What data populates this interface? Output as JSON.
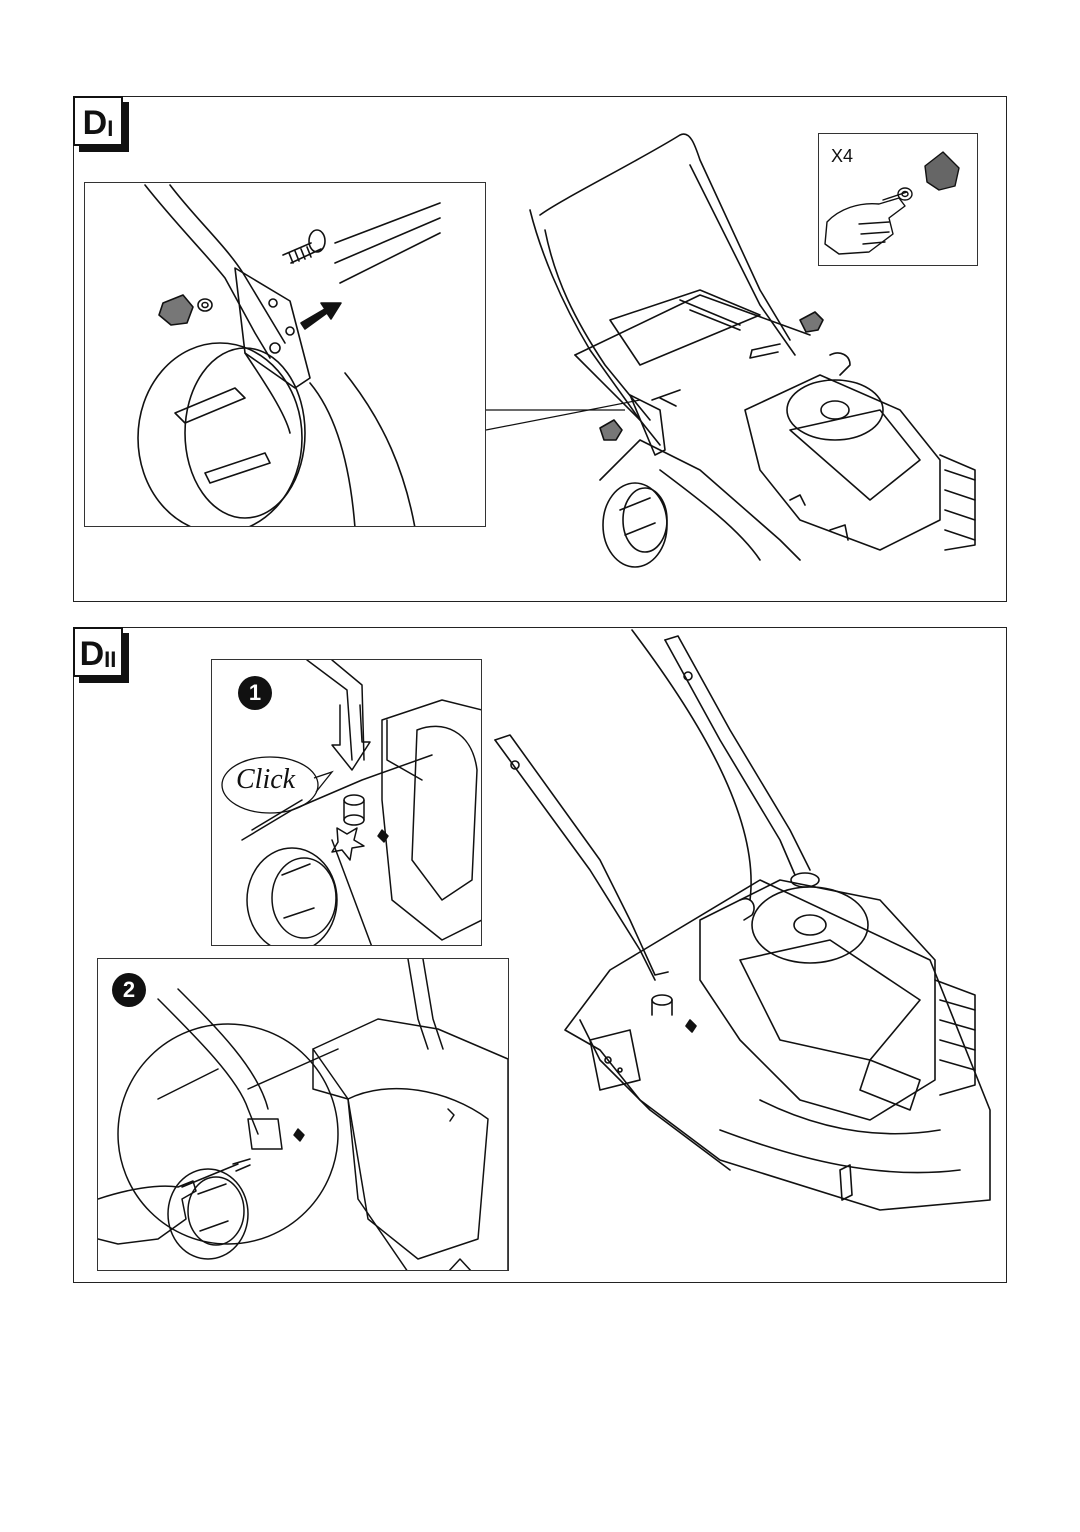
{
  "section_d1": {
    "label_main": "D",
    "label_sub": "I",
    "quantity_label": "X4"
  },
  "section_d2": {
    "label_main": "D",
    "label_sub": "II",
    "step1_number": "1",
    "step2_number": "2",
    "click_label": "Click"
  },
  "colors": {
    "line": "#111111",
    "frame": "#222222",
    "knob_fill": "#777777"
  }
}
